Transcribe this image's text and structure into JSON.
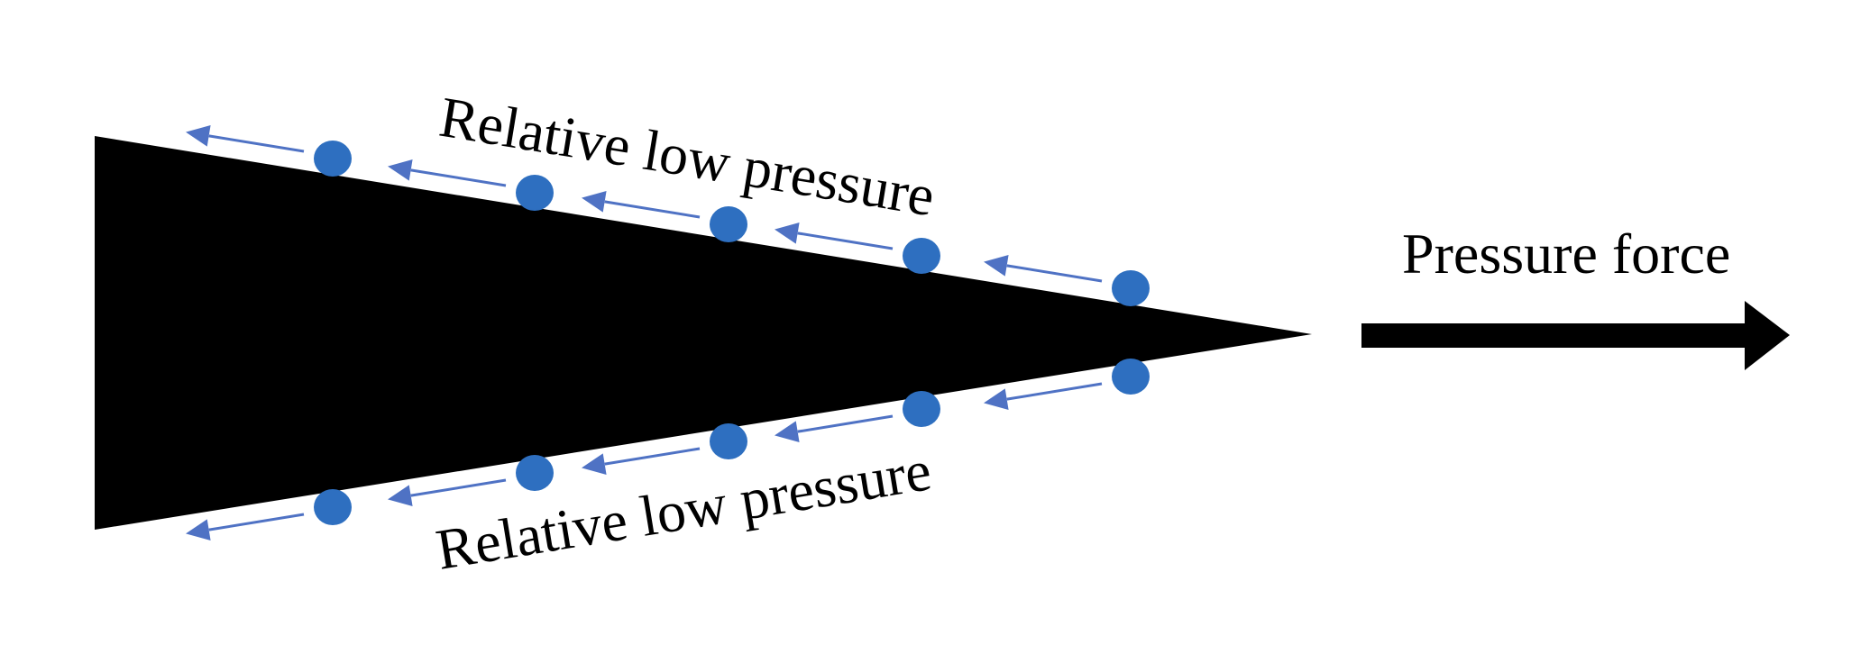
{
  "labels": {
    "top": "Relative low pressure",
    "bottom": "Relative low pressure",
    "force": "Pressure force"
  },
  "colors": {
    "wedge": "#000000",
    "particle": "#2e6fc0",
    "flow_arrow": "#4f72c4",
    "force_arrow": "#000000",
    "text": "#000000",
    "background": "#ffffff"
  },
  "particle_count_per_side": 5
}
